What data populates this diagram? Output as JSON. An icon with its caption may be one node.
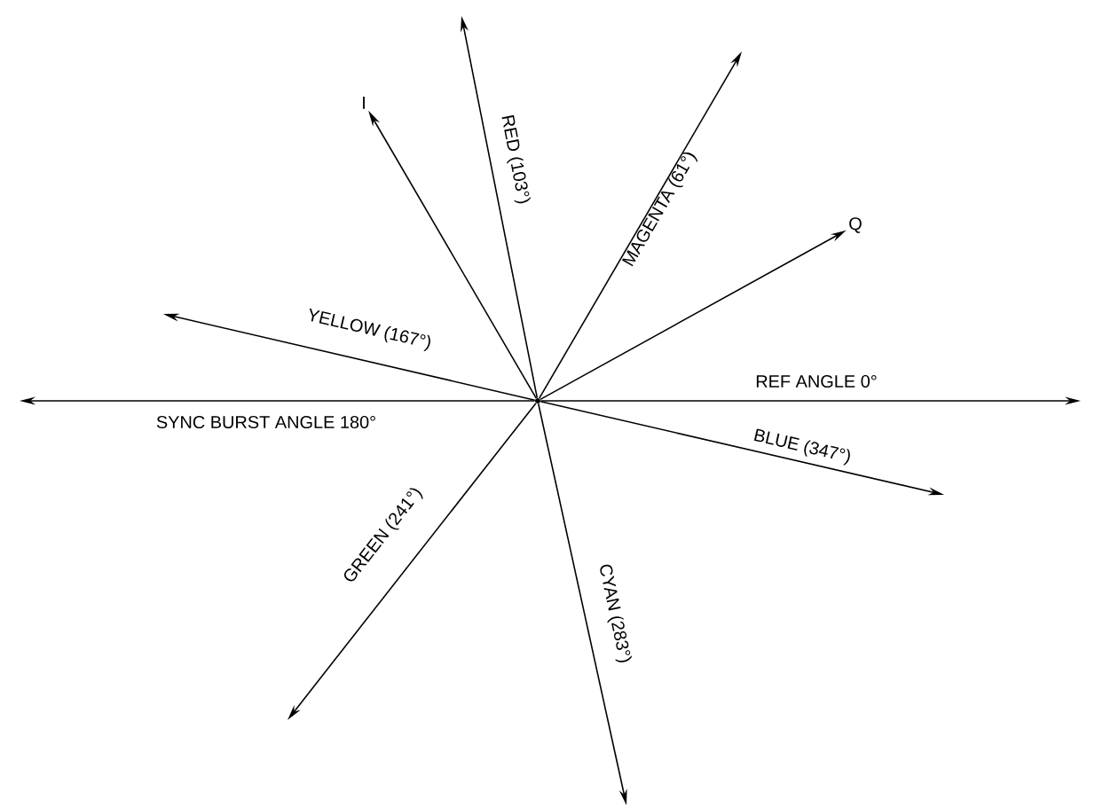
{
  "diagram": {
    "nodes": [
      {
        "text": [],
        "shape": "circle"
      },
      {
        "text": [
          "I"
        ]
      },
      {
        "text": [
          "Q"
        ]
      }
    ],
    "edges": [
      {
        "from": 0,
        "to": null,
        "arrow": "to",
        "label": "RED (103°)"
      },
      {
        "from": 0,
        "to": 1,
        "arrow": "to"
      },
      {
        "from": 0,
        "to": null,
        "arrow": "to",
        "label": "MAGENTA (61°)"
      },
      {
        "from": 0,
        "to": 2,
        "arrow": "to"
      },
      {
        "from": 0,
        "to": null,
        "arrow": "to",
        "label": "YELLOW (167°)"
      },
      {
        "from": 0,
        "to": null,
        "arrow": "to",
        "label": "SYNC BURST ANGLE 180°"
      },
      {
        "from": 0,
        "to": null,
        "arrow": "to",
        "label": "REF ANGLE 0°"
      },
      {
        "from": 0,
        "to": null,
        "arrow": "to",
        "label": "BLUE (347°)"
      },
      {
        "from": 0,
        "to": null,
        "arrow": "to",
        "label": "GREEN (241°)"
      },
      {
        "from": 0,
        "to": null,
        "arrow": "to",
        "label": "CYAN (283°)"
      }
    ]
  }
}
